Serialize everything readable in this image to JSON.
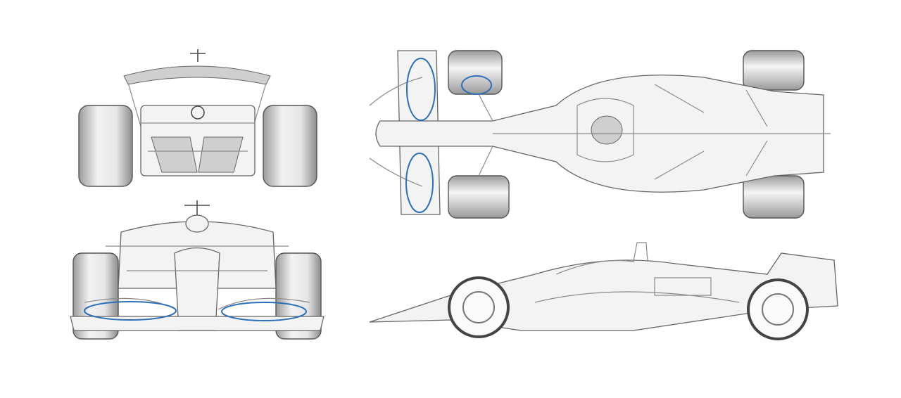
{
  "views": [
    {
      "id": "rear-view"
    },
    {
      "id": "front-view"
    },
    {
      "id": "top-view"
    },
    {
      "id": "side-view"
    }
  ],
  "colors": {
    "highlight": "#2a6fb8",
    "line": "#8a8a8a",
    "background": "#ffffff"
  }
}
